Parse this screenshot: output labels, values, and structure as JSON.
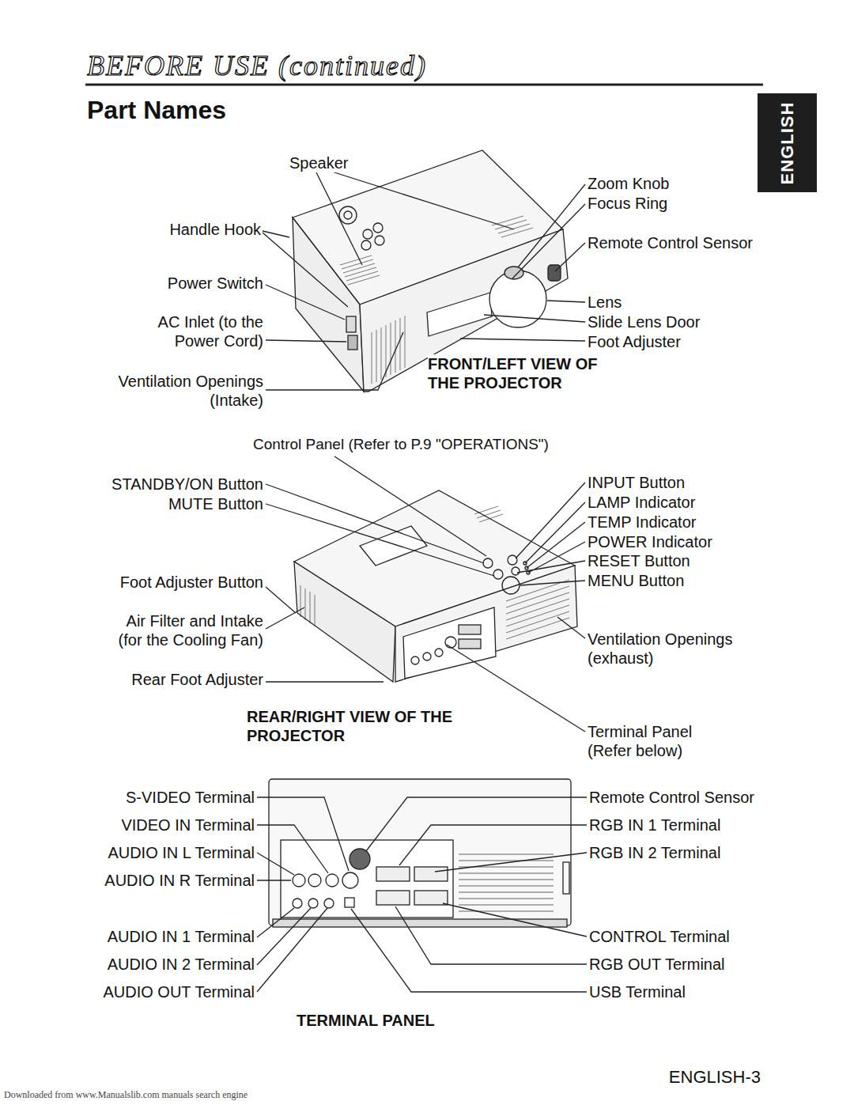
{
  "diagram": {
    "title": "Part Names",
    "nodes": [
      {
        "text": [
          "ENGLISH"
        ]
      }
    ],
    "labels": [
      "BEFORE USE (continued)",
      "Speaker",
      "Zoom Knob",
      "Focus Ring",
      "Handle Hook",
      "Remote Control Sensor",
      "Power Switch",
      "Lens",
      "AC Inlet (to the Power Cord)",
      "Slide Lens Door",
      "Foot Adjuster",
      "FRONT/LEFT VIEW OF THE PROJECTOR",
      "Ventilation Openings (Intake)",
      "Control Panel (Refer to P.9 \"OPERATIONS\")",
      "STANDBY/ON Button",
      "INPUT Button",
      "MUTE Button",
      "LAMP Indicator",
      "TEMP Indicator",
      "POWER Indicator",
      "RESET Button",
      "Foot Adjuster Button",
      "MENU Button",
      "Air Filter and Intake (for the Cooling Fan)",
      "Ventilation Openings (exhaust)",
      "Rear Foot Adjuster",
      "REAR/RIGHT VIEW OF THE PROJECTOR",
      "Terminal Panel (Refer below)",
      "S-VIDEO Terminal",
      "Remote Control Sensor",
      "VIDEO IN Terminal",
      "RGB IN 1 Terminal",
      "AUDIO IN L Terminal",
      "RGB IN 2 Terminal",
      "AUDIO IN R Terminal",
      "AUDIO IN 1 Terminal",
      "CONTROL Terminal",
      "AUDIO IN 2 Terminal",
      "RGB OUT Terminal",
      "AUDIO OUT Terminal",
      "USB Terminal",
      "TERMINAL PANEL",
      "ENGLISH-3",
      "Downloaded from www.Manualslib.com manuals search engine"
    ]
  }
}
